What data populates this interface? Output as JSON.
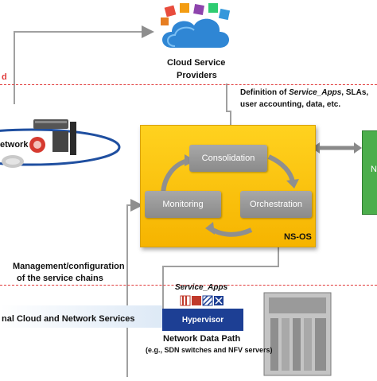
{
  "labels": {
    "cloud_title_line1": "Cloud Service",
    "cloud_title_line2": "Providers",
    "definition_prefix": "Definition of ",
    "definition_italic": "Service_Apps",
    "definition_suffix": ", SLAs,",
    "definition_line2": "user accounting, data, etc.",
    "left_cut_red": "d",
    "network_partial": "etwork",
    "consolidation": "Consolidation",
    "monitoring": "Monitoring",
    "orchestration": "Orchestration",
    "nsos": "NS-OS",
    "green_partial": "N",
    "management_line1": "Management/configuration",
    "management_line2": "of the service chains",
    "service_apps": "Service_Apps",
    "hypervisor": "Hypervisor",
    "external_services": "nal Cloud and Network Services",
    "data_path": "Network Data Path",
    "data_path_sub": "(e.g., SDN switches and NFV servers)"
  },
  "colors": {
    "nsos_fill": "#f6b400",
    "process_box": "#999999",
    "hypervisor": "#1d3f94",
    "green_box": "#4cae4c",
    "dashed_line": "#e03a3a",
    "connector": "#9a9a9a"
  },
  "icons": [
    "cloud-icon",
    "network-devices-icon",
    "server-rack-icon",
    "service-app-tile-icons"
  ]
}
